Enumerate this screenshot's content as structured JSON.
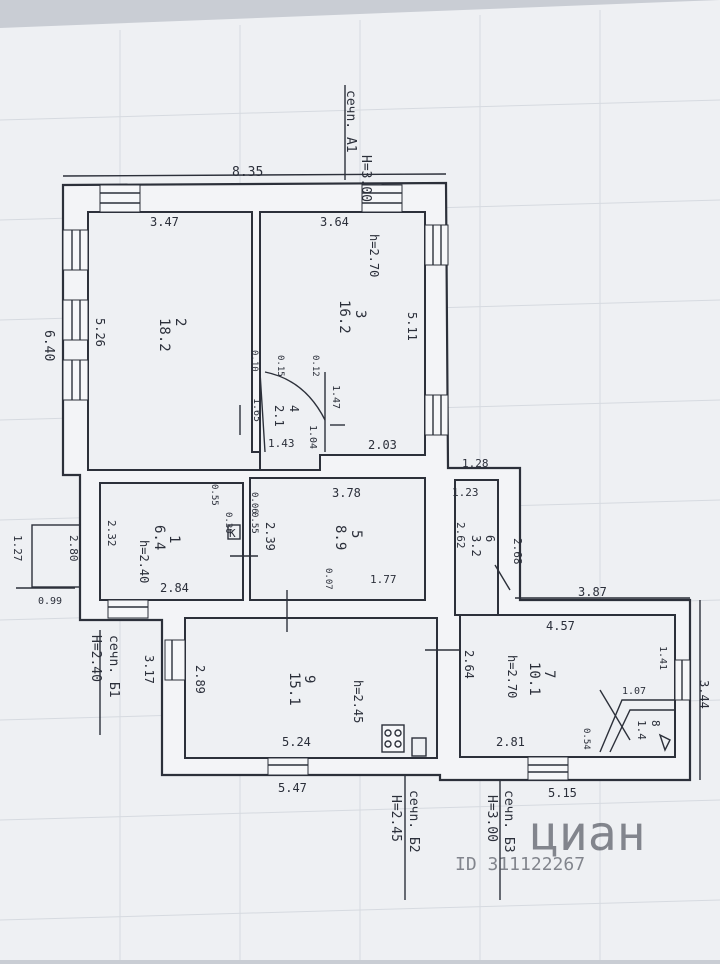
{
  "plan": {
    "overall_width": "8.35",
    "height_label_top": "H=3.00",
    "section_label_top": "ceчn. А1",
    "section_a1_bottom_left": "ceчn. Б1",
    "height_a1": "H=2.40",
    "section_a2": "ceчn. Б2",
    "height_a2": "H=2.45",
    "section_a3": "ceчn. Б3",
    "height_a3": "H=3.00",
    "left_wall": "6.40"
  },
  "rooms": [
    {
      "number": "2",
      "area": "18.2",
      "width": "3.47",
      "length": "5.26"
    },
    {
      "number": "3",
      "area": "16.2",
      "width": "3.64",
      "length": "5.11",
      "bottom": "2.03",
      "height": "h=2.70"
    },
    {
      "number": "4",
      "area": "2.1",
      "d1": "1.65",
      "d2": "1.47",
      "d3": "1.43",
      "d4": "1.04",
      "t1": "0.10",
      "t2": "0.15",
      "t3": "0.12"
    },
    {
      "number": "1",
      "area": "6.4",
      "width": "2.84",
      "length": "2.32",
      "height": "h=2.40",
      "t1": "0.55",
      "t2": "0.30"
    },
    {
      "number": "5",
      "area": "8.9",
      "width": "3.78",
      "length": "2.39",
      "bottom": "1.77",
      "t1": "0.06",
      "t2": "0.55",
      "t3": "0.07"
    },
    {
      "number": "6",
      "area": "3.2",
      "width": "1.23",
      "length": "2.62",
      "outer_top": "1.28",
      "outer_right": "2.68"
    },
    {
      "number": "7",
      "area": "10.1",
      "width": "4.57",
      "length": "2.64",
      "bottom": "2.81",
      "height": "h=2.70",
      "outer_top": "3.87",
      "outer_right": "3.44",
      "outer_bottom": "5.15"
    },
    {
      "number": "8",
      "area": "1.4",
      "d1": "1.07",
      "d2": "0.54",
      "d3": "1.41"
    },
    {
      "number": "9",
      "area": "15.1",
      "width": "5.24",
      "length": "2.89",
      "height": "h=2.45",
      "outer_bottom": "5.47",
      "outer_left": "3.17"
    }
  ],
  "porch": {
    "d1": "1.27",
    "d2": "2.80",
    "d3": "0.99"
  },
  "symbols": {
    "k": "K"
  },
  "watermark": {
    "text": "циан",
    "id": "ID 311122267"
  }
}
